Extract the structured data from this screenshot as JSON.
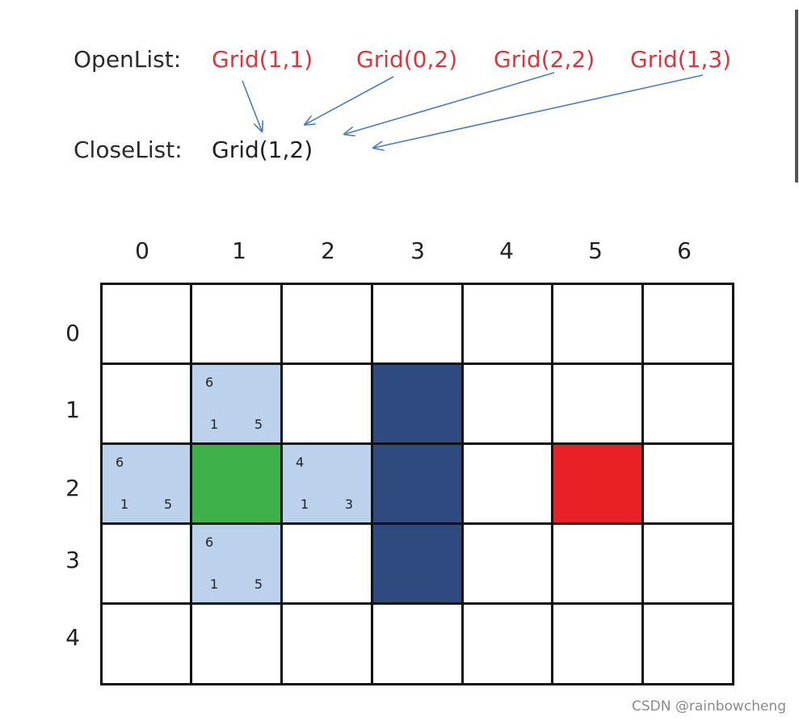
{
  "open_list": {
    "label": "OpenList:",
    "items": [
      "Grid(1,1)",
      "Grid(0,2)",
      "Grid(2,2)",
      "Grid(1,3)"
    ]
  },
  "close_list": {
    "label": "CloseList:",
    "items": [
      "Grid(1,2)"
    ]
  },
  "grid": {
    "col_labels": [
      "0",
      "1",
      "2",
      "3",
      "4",
      "5",
      "6"
    ],
    "row_labels": [
      "0",
      "1",
      "2",
      "3",
      "4"
    ],
    "open_cells": [
      {
        "col": 1,
        "row": 1,
        "f": "6",
        "g": "1",
        "h": "5"
      },
      {
        "col": 0,
        "row": 2,
        "f": "6",
        "g": "1",
        "h": "5"
      },
      {
        "col": 2,
        "row": 2,
        "f": "4",
        "g": "1",
        "h": "3"
      },
      {
        "col": 1,
        "row": 3,
        "f": "6",
        "g": "1",
        "h": "5"
      }
    ],
    "start_cell": {
      "col": 1,
      "row": 2
    },
    "wall_cells": [
      {
        "col": 3,
        "row": 1
      },
      {
        "col": 3,
        "row": 2
      },
      {
        "col": 3,
        "row": 3
      }
    ],
    "end_cell": {
      "col": 5,
      "row": 2
    }
  },
  "colors": {
    "open": "#bcd1ec",
    "start": "#3eb04a",
    "wall": "#2f4a7f",
    "end": "#e92127",
    "open_text": "#e0343c",
    "arrow": "#4a7cc1"
  },
  "watermark": "CSDN @rainbowcheng"
}
